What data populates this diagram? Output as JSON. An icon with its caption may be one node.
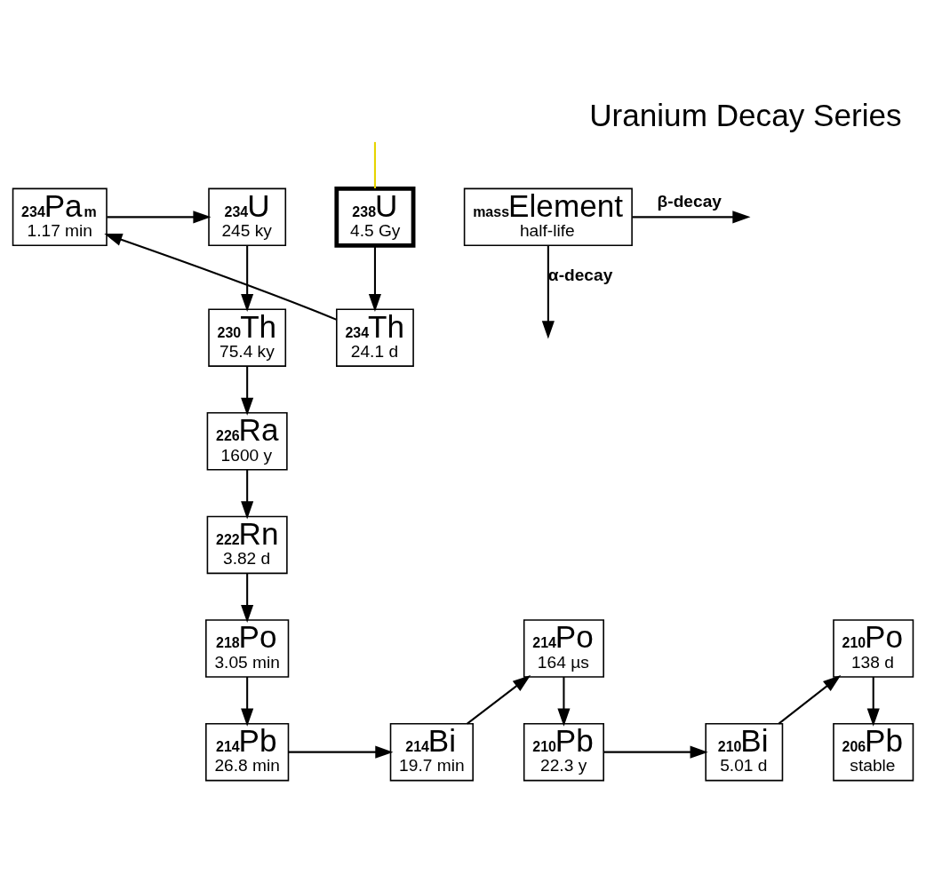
{
  "diagram": {
    "title": "Uranium Decay Series",
    "nodes": [
      {
        "text": [
          "238",
          "U",
          "4.5 Gy"
        ]
      },
      {
        "text": [
          "234",
          "U",
          "245 ky"
        ]
      },
      {
        "text": [
          "234",
          "Pa",
          "m",
          "1.17 min"
        ]
      },
      {
        "text": [
          "234",
          "Th",
          "24.1 d"
        ]
      },
      {
        "text": [
          "230",
          "Th",
          "75.4 ky"
        ]
      },
      {
        "text": [
          "mass",
          "Element",
          "half-life"
        ]
      },
      {
        "text": [
          "226",
          "Ra",
          "1600 y"
        ]
      },
      {
        "text": [
          "222",
          "Rn",
          "3.82 d"
        ]
      },
      {
        "text": [
          "218",
          "Po",
          "3.05 min"
        ]
      },
      {
        "text": [
          "214",
          "Po",
          "164 µs"
        ]
      },
      {
        "text": [
          "210",
          "Po",
          "138 d"
        ]
      },
      {
        "text": [
          "214",
          "Bi",
          "19.7 min"
        ]
      },
      {
        "text": [
          "210",
          "Bi",
          "5.01 d"
        ]
      },
      {
        "text": [
          "214",
          "Pb",
          "26.8 min"
        ]
      },
      {
        "text": [
          "210",
          "Pb",
          "22.3 y"
        ]
      },
      {
        "text": [
          "206",
          "Pb",
          "stable"
        ]
      }
    ],
    "edges": [
      {
        "from": null,
        "to": 0,
        "arrow": "none",
        "color": "#e6d400"
      },
      {
        "from": 0,
        "to": 3,
        "arrow": "to"
      },
      {
        "from": 3,
        "to": 2,
        "arrow": "to"
      },
      {
        "from": 2,
        "to": 1,
        "arrow": "to"
      },
      {
        "from": 1,
        "to": 4,
        "arrow": "to"
      },
      {
        "from": 5,
        "to": null,
        "arrow": "to",
        "label": "β-decay"
      },
      {
        "from": 5,
        "to": null,
        "arrow": "to",
        "label": "α-decay"
      },
      {
        "from": 4,
        "to": 6,
        "arrow": "to"
      },
      {
        "from": 6,
        "to": 7,
        "arrow": "to"
      },
      {
        "from": 7,
        "to": 8,
        "arrow": "to"
      },
      {
        "from": 8,
        "to": 13,
        "arrow": "to"
      },
      {
        "from": 13,
        "to": 11,
        "arrow": "to"
      },
      {
        "from": 11,
        "to": 9,
        "arrow": "to"
      },
      {
        "from": 9,
        "to": 14,
        "arrow": "to"
      },
      {
        "from": 14,
        "to": 12,
        "arrow": "to"
      },
      {
        "from": 12,
        "to": 10,
        "arrow": "to"
      },
      {
        "from": 10,
        "to": 15,
        "arrow": "to"
      }
    ]
  }
}
